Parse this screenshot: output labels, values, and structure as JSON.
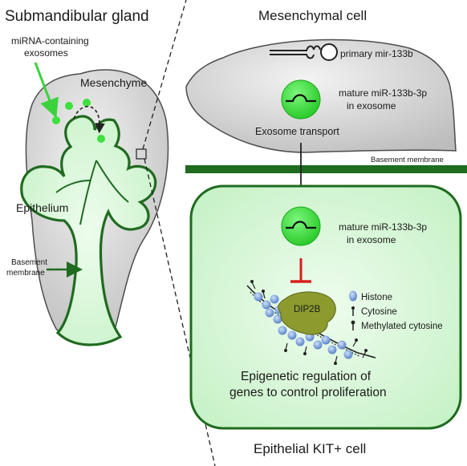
{
  "left_panel": {
    "title": "Submandibular gland",
    "exosome_label_line1": "miRNA-containing",
    "exosome_label_line2": "exosomes",
    "mesenchyme_label": "Mesenchyme",
    "epithelium_label": "Epithelium",
    "basement_label_line1": "Basement",
    "basement_label_line2": "membrane"
  },
  "right_panel": {
    "mesenchymal_title": "Mesenchymal cell",
    "primary_label": "primary mir-133b",
    "mature_label_line1": "mature miR-133b-3p",
    "mature_label_line2": "in exosome",
    "transport_label": "Exosome transport",
    "basement_membrane_label": "Basement  membrane",
    "epithelial_mature_line1": "mature miR-133b-3p",
    "epithelial_mature_line2": "in exosome",
    "dip2b_label": "DIP2B",
    "legend": {
      "histone": "Histone",
      "cytosine": "Cytosine",
      "methylated_cytosine": "Methylated cytosine"
    },
    "regulation_line1": "Epigenetic regulation of",
    "regulation_line2": "genes to control proliferation",
    "epithelial_title": "Epithelial KIT+ cell"
  },
  "colors": {
    "green_fill": "#ccf5cc",
    "green_outline": "#1f6b1f",
    "exosome_green": "#3ee03e",
    "mesenchyme_gray": "#d6d6d6",
    "inhibit_red": "#d81e1e",
    "dip2b_olive": "#8c9a2e",
    "histone_blue": "#6a96d6"
  }
}
